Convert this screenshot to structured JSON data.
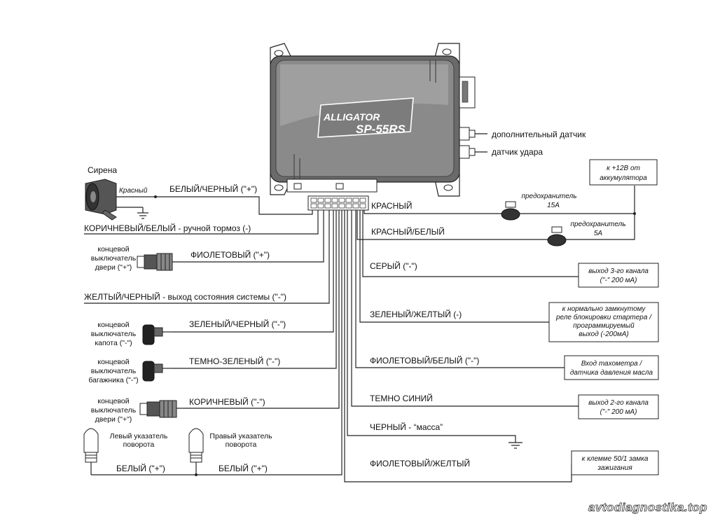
{
  "unit": {
    "brand": "ALLIGATOR",
    "model": "SP-55RS"
  },
  "sensors": {
    "additional": "дополнительный датчик",
    "shock": "датчик удара"
  },
  "siren": {
    "title": "Сирена",
    "color": "Красный"
  },
  "wires": {
    "white_black": "БЕЛЫЙ/ЧЕРНЫЙ (\"+\")",
    "red": "КРАСНЫЙ",
    "brown_white": "КОРИЧНЕВЫЙ/БЕЛЫЙ - ручной тормоз (-)",
    "red_white": "КРАСНЫЙ/БЕЛЫЙ",
    "violet": "ФИОЛЕТОВЫЙ (\"+\")",
    "gray": "СЕРЫЙ  (\"-\")",
    "yellow_black": "ЖЕЛТЫЙ/ЧЕРНЫЙ - выход состояния системы  (\"-\")",
    "green_yellow": "ЗЕЛЕНЫЙ/ЖЕЛТЫЙ (-)",
    "green_black": "ЗЕЛЕНЫЙ/ЧЕРНЫЙ (\"-\")",
    "violet_white": "ФИОЛЕТОВЫЙ/БЕЛЫЙ (\"-\")",
    "dark_green": "ТЕМНО-ЗЕЛЕНЫЙ (\"-\")",
    "dark_blue": "ТЕМНО СИНИЙ",
    "brown": "КОРИЧНЕВЫЙ (\"-\")",
    "black": "ЧЕРНЫЙ - “масса”",
    "white_left": "БЕЛЫЙ (\"+\")",
    "white_right": "БЕЛЫЙ (\"+\")",
    "violet_yellow": "ФИОЛЕТОВЫЙ/ЖЕЛТЫЙ"
  },
  "switches": {
    "door_violet": [
      "концевой",
      "выключатель",
      "двери (\"+\")"
    ],
    "hood": [
      "концевой",
      "выключатель",
      "капота (\"-\")"
    ],
    "trunk": [
      "концевой",
      "выключатель",
      "багажника (\"-\")"
    ],
    "door_brown": [
      "концевой",
      "выключатель",
      "двери (\"+\")"
    ]
  },
  "lamps": {
    "left": [
      "Левый указатель",
      "поворота"
    ],
    "right": [
      "Правый указатель",
      "поворота"
    ]
  },
  "fuses": {
    "f15": [
      "предохранитель",
      "15А"
    ],
    "f5": [
      "предохранитель",
      "5А"
    ]
  },
  "boxes": {
    "battery": [
      "к +12В от",
      "аккумулятора"
    ],
    "ch3": [
      "выход 3-го канала",
      "(\"-\" 200 мА)"
    ],
    "starter": [
      "к нормально замкнутому",
      "реле блокировки стартера /",
      "программируемый",
      "выход (-200мА)"
    ],
    "tacho": [
      "Вход тахометра /",
      "датчика давления масла"
    ],
    "ch2": [
      "выход 2-го канала",
      "(\"-\" 200 мА)"
    ],
    "ignition": [
      "к клемме 50/1 замка",
      "зажигания"
    ]
  },
  "watermark": "avtodiagnostika.top"
}
